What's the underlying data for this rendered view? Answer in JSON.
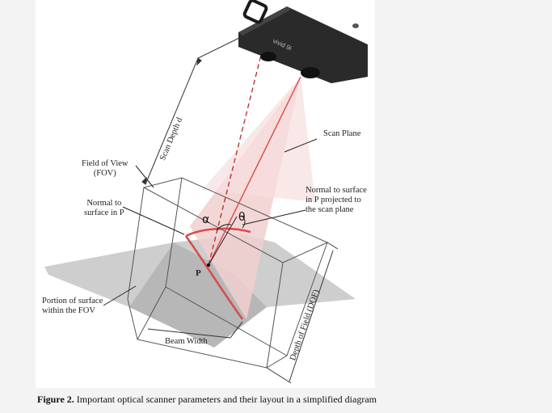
{
  "labels": {
    "scan_plane": "Scan Plane",
    "scan_depth": "Scan Depth d",
    "fov_line1": "Field of View",
    "fov_line2": "(FOV)",
    "normal_p_line1": "Normal to",
    "normal_p_line2": "surface in P",
    "normal_proj_line1": "Normal to surface",
    "normal_proj_line2": "in P projected to",
    "normal_proj_line3": "the scan plane",
    "alpha": "α",
    "theta": "θ",
    "point_p": "P",
    "portion_line1": "Portion of surface",
    "portion_line2": "within the FOV",
    "beam_width": "Beam Width",
    "dof": "Depth of Field (DOF)",
    "scanner_brand": "vivid 9i"
  },
  "caption": {
    "figure_label": "Figure 2.",
    "text": " Important optical scanner parameters and their layout in a simplified diagram"
  },
  "colors": {
    "beam": "#d94a4a",
    "scan_plane_fill": "#f1cfcf",
    "surface_fill": "#bdbdbd",
    "scanner_body": "#2a2a2a"
  }
}
